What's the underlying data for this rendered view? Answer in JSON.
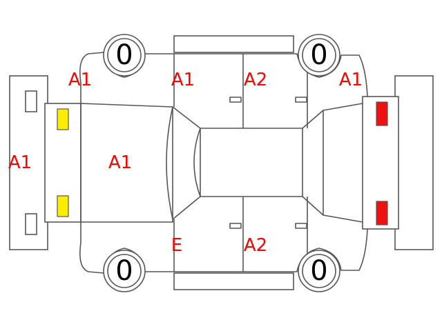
{
  "colors": {
    "outline": "#555555",
    "grade_text": "#ff0000",
    "tire_text": "#000000",
    "front_lamp": "#ffee00",
    "rear_lamp": "#ee1111"
  },
  "tires": {
    "front_left": "0",
    "rear_left": "0",
    "front_right": "0",
    "rear_right": "0"
  },
  "grades": {
    "left_front_fender": "A1",
    "left_front_door": "A1",
    "left_rear_door": "A2",
    "left_rear_quarter": "A1",
    "front_bumper": "A1",
    "hood": "A1",
    "right_front_door": "E",
    "right_rear_door": "A2"
  }
}
